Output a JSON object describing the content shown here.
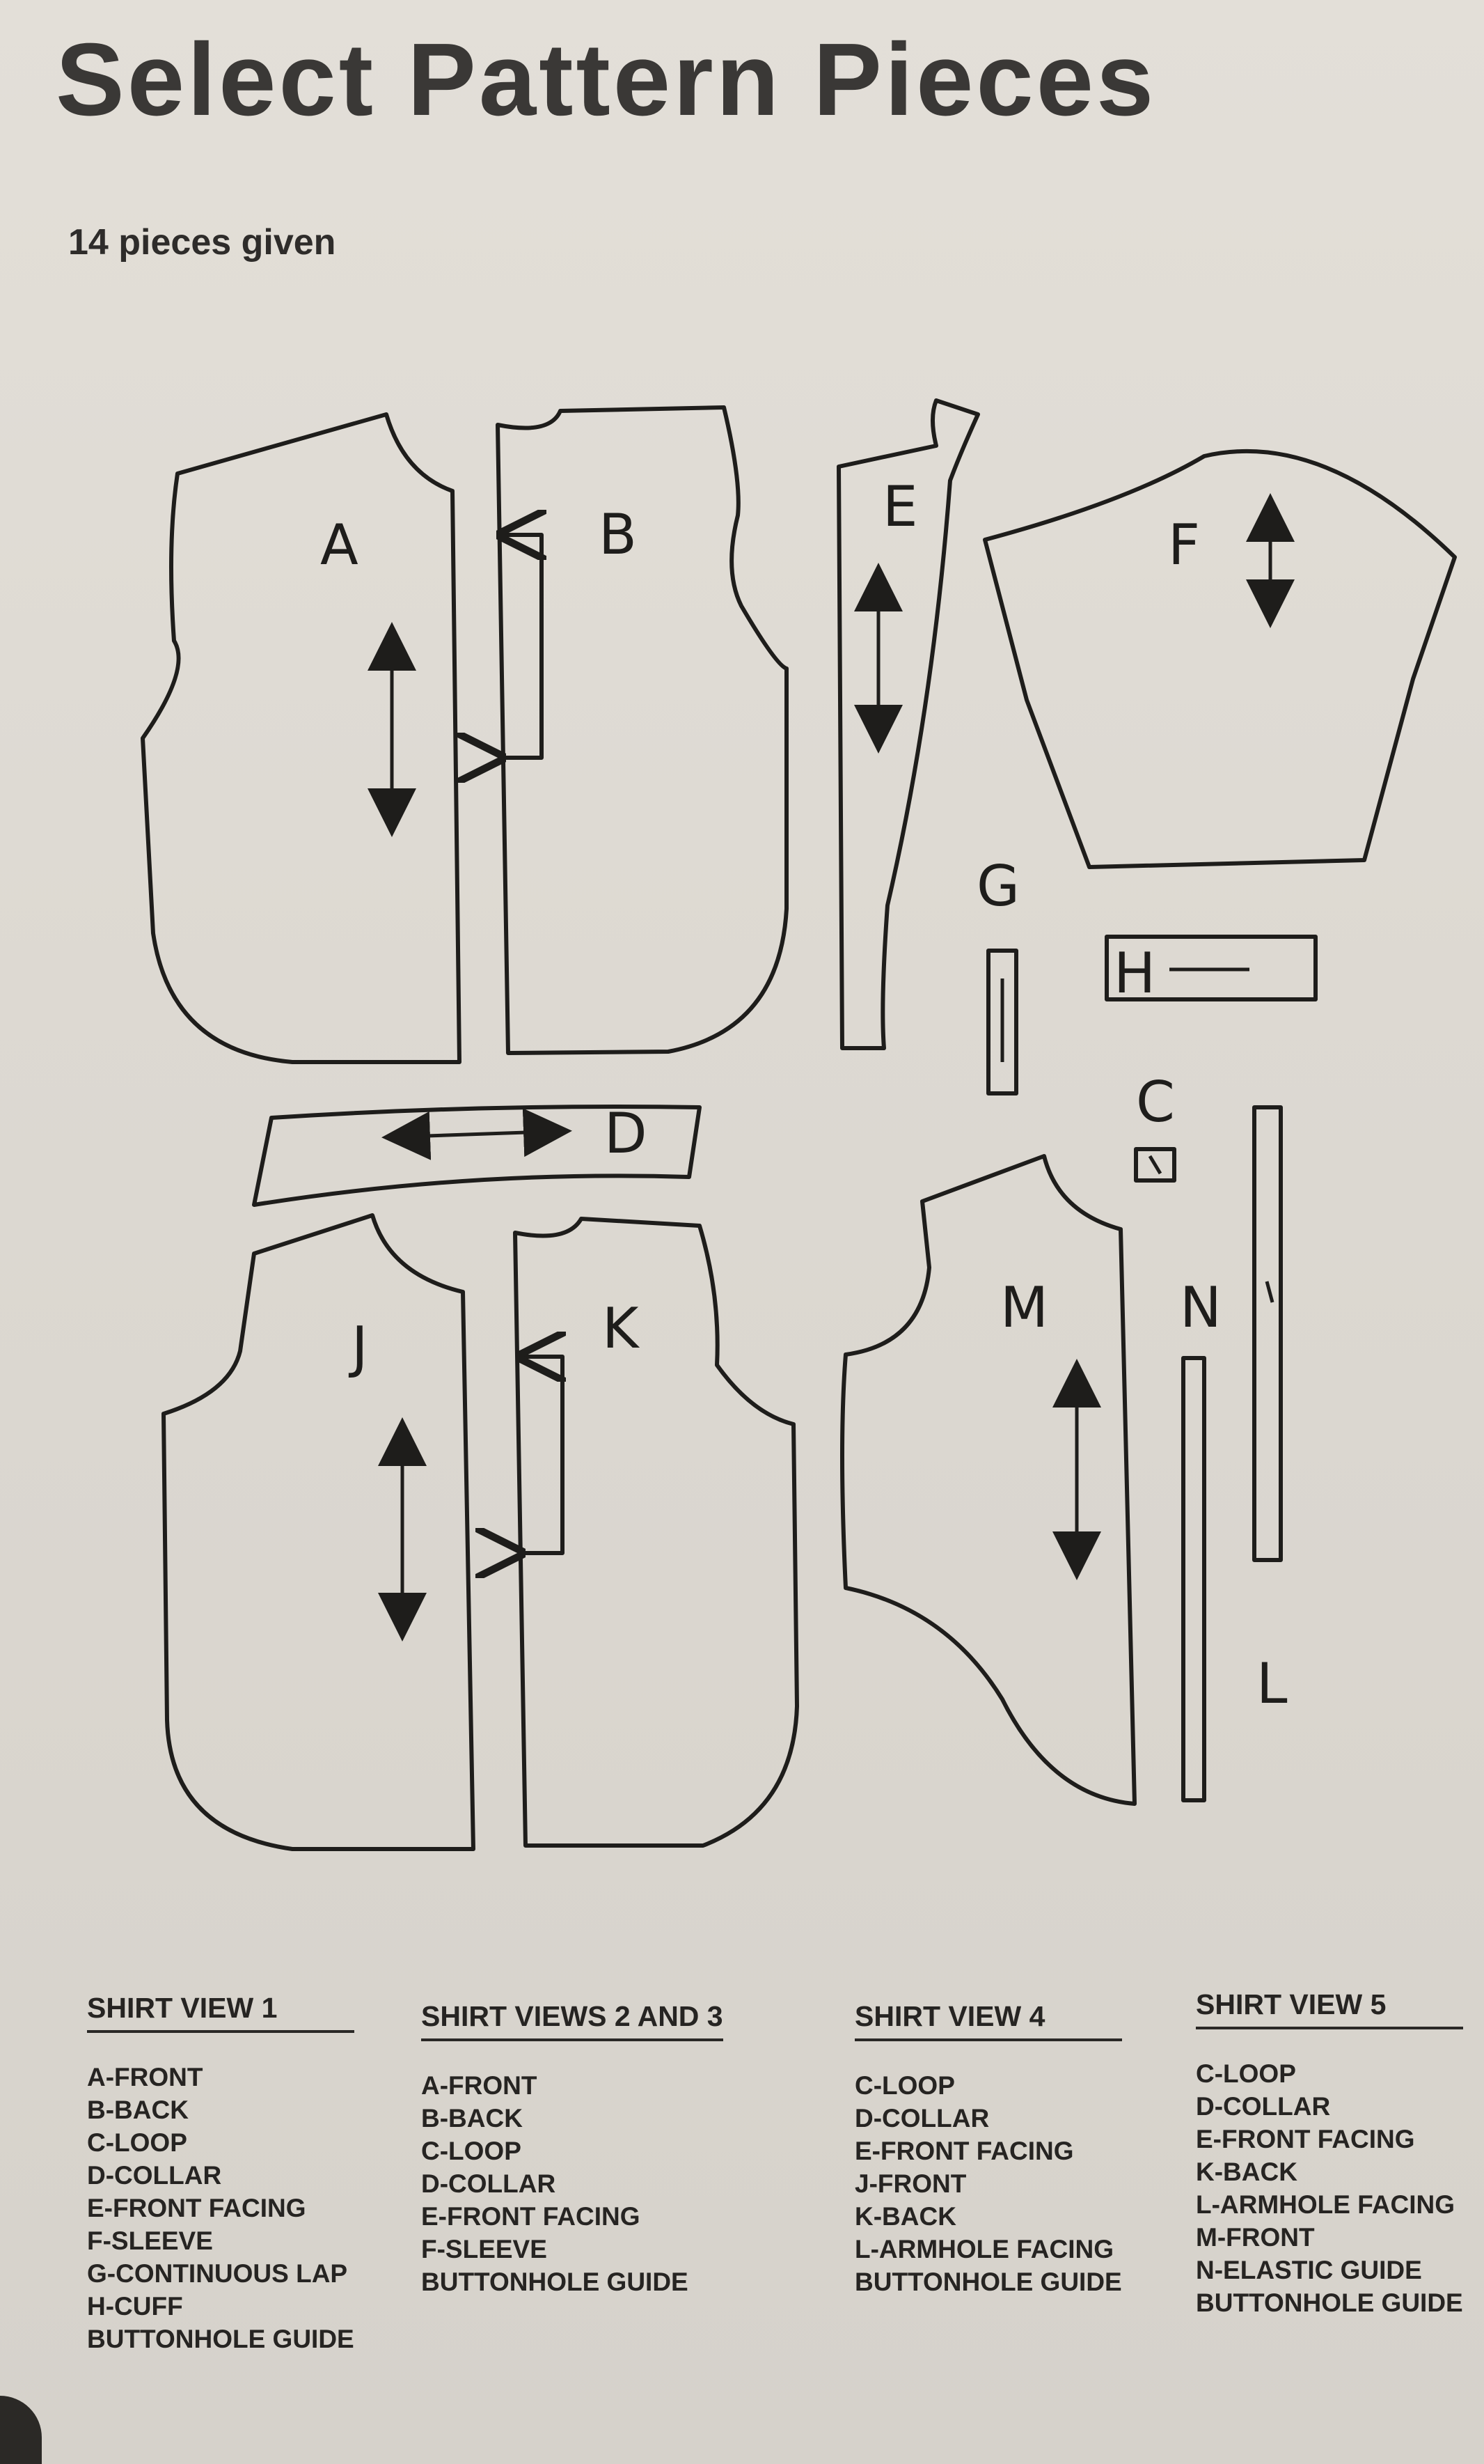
{
  "title": "Select Pattern Pieces",
  "subtitle": "14 pieces given",
  "pieces": {
    "a": "A",
    "b": "B",
    "c": "C",
    "d": "D",
    "e": "E",
    "f": "F",
    "g": "G",
    "h": "H",
    "j": "J",
    "k": "K",
    "l": "L",
    "m": "M",
    "n": "N"
  },
  "views": [
    {
      "heading": "SHIRT VIEW 1",
      "items": [
        "A-FRONT",
        "B-BACK",
        "C-LOOP",
        "D-COLLAR",
        "E-FRONT FACING",
        "F-SLEEVE",
        "G-CONTINUOUS LAP",
        "H-CUFF",
        "BUTTONHOLE GUIDE"
      ]
    },
    {
      "heading": "SHIRT VIEWS 2 AND 3",
      "items": [
        "A-FRONT",
        "B-BACK",
        "C-LOOP",
        "D-COLLAR",
        "E-FRONT FACING",
        "F-SLEEVE",
        "BUTTONHOLE GUIDE"
      ]
    },
    {
      "heading": "SHIRT VIEW 4",
      "items": [
        "C-LOOP",
        "D-COLLAR",
        "E-FRONT FACING",
        "J-FRONT",
        "K-BACK",
        "L-ARMHOLE FACING",
        "BUTTONHOLE GUIDE"
      ]
    },
    {
      "heading": "SHIRT VIEW 5",
      "items": [
        "C-LOOP",
        "D-COLLAR",
        "E-FRONT FACING",
        "K-BACK",
        "L-ARMHOLE FACING",
        "M-FRONT",
        "N-ELASTIC GUIDE",
        "BUTTONHOLE GUIDE"
      ]
    }
  ]
}
